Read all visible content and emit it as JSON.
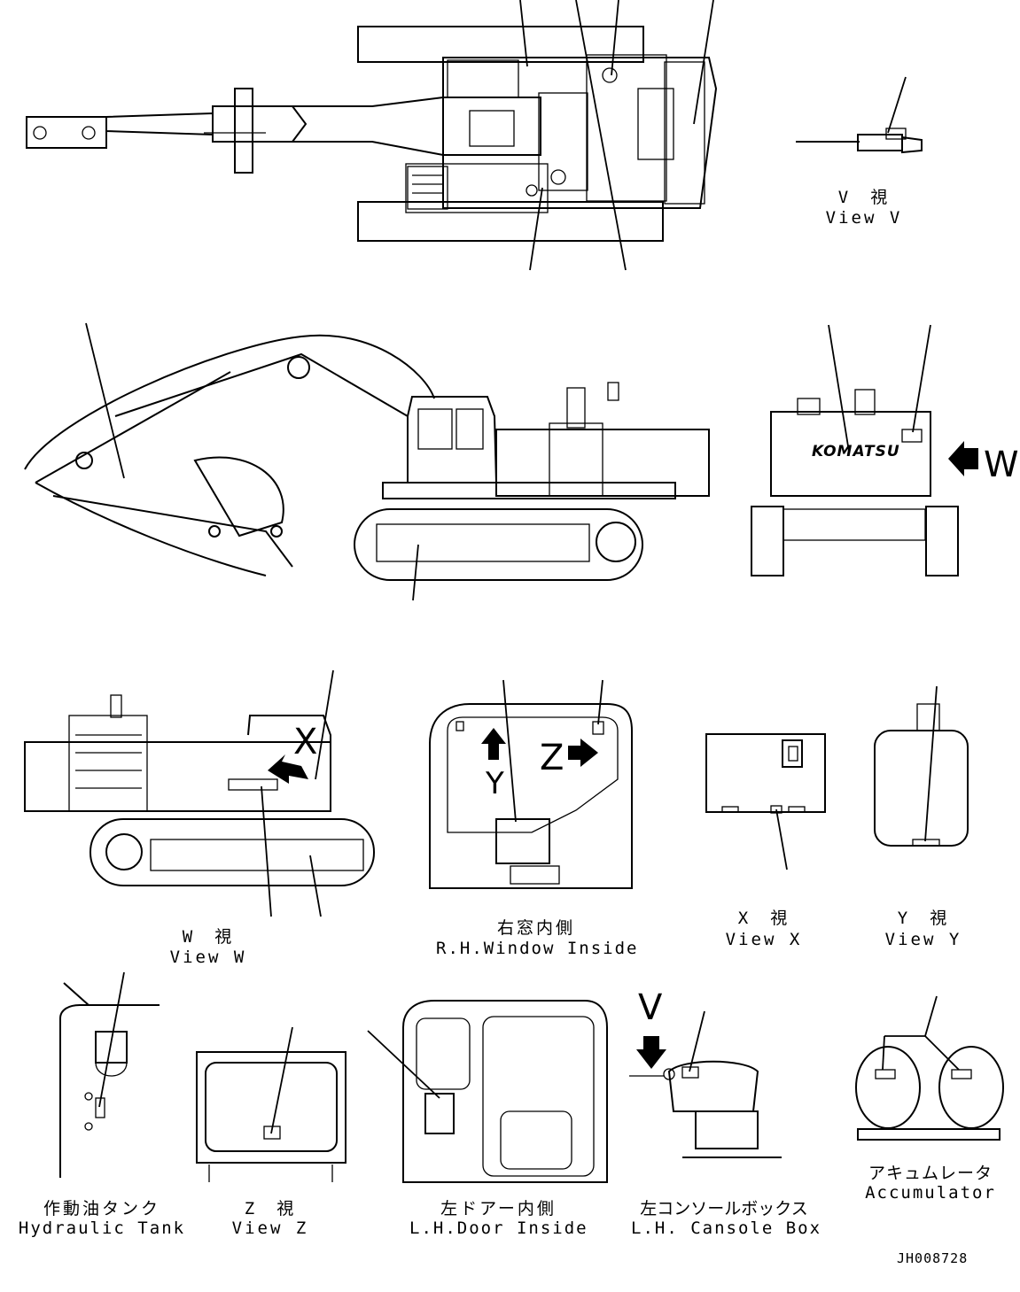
{
  "views": {
    "v": {
      "jp": "V　視",
      "en": "View V"
    },
    "w": {
      "jp": "W　視",
      "en": "View W"
    },
    "x": {
      "jp": "X　視",
      "en": "View X"
    },
    "y": {
      "jp": "Y　視",
      "en": "View Y"
    },
    "z": {
      "jp": "Z　視",
      "en": "View Z"
    },
    "rh_window": {
      "jp": "右窓内側",
      "en": "R.H.Window Inside"
    },
    "hyd_tank": {
      "jp": "作動油タンク",
      "en": "Hydraulic Tank"
    },
    "lh_door": {
      "jp": "左ドアー内側",
      "en": "L.H.Door Inside"
    },
    "lh_console": {
      "jp": "左コンソールボックス",
      "en": "L.H. Cansole Box"
    },
    "accumulator": {
      "jp": "アキュムレータ",
      "en": "Accumulator"
    }
  },
  "markers": {
    "w": "W",
    "x": "X",
    "y": "Y",
    "z": "Z",
    "v": "V"
  },
  "logo": "KOMATSU",
  "drawing_code": "JH008728",
  "colors": {
    "ink": "#000000",
    "paper": "#ffffff"
  }
}
